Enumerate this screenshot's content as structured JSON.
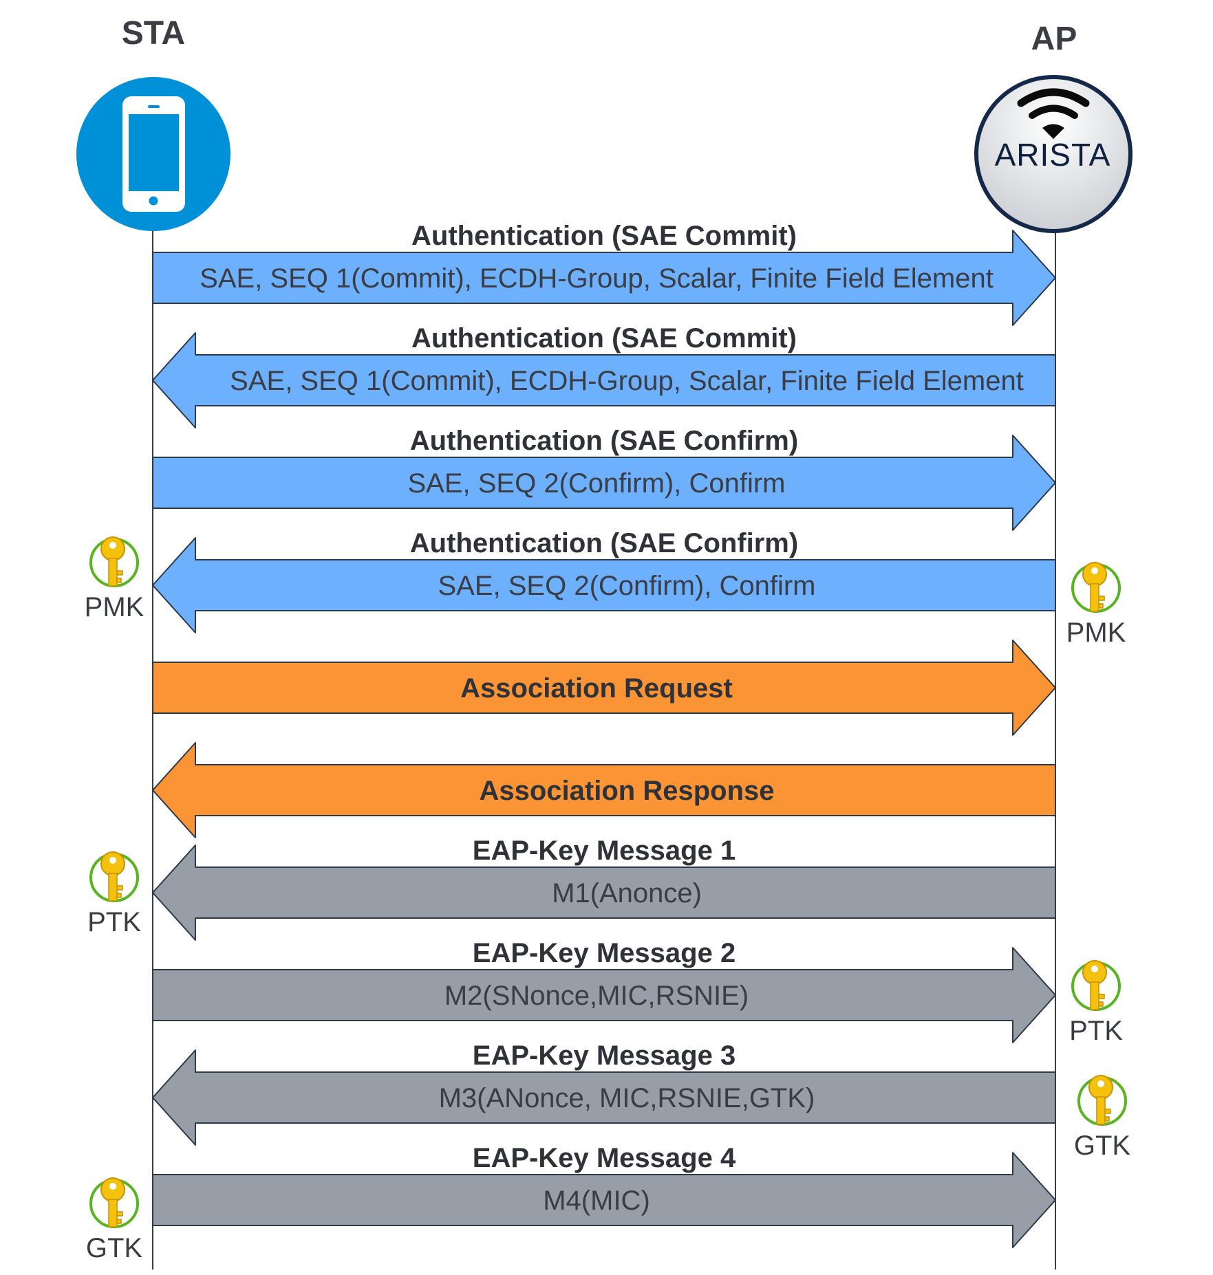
{
  "actors": {
    "left": {
      "label": "STA",
      "icon": "smartphone-icon",
      "color": "#0090d8"
    },
    "right": {
      "label": "AP",
      "icon": "wifi-access-point-icon",
      "brand": "ARISTA",
      "ring_color": "#14294a"
    }
  },
  "colors": {
    "auth": "#6db0fe",
    "association": "#fa9434",
    "eap": "#979ea8",
    "key_fill": "#f4c20d",
    "key_ring": "#58b420"
  },
  "messages": [
    {
      "direction": "right",
      "kind": "auth",
      "title": "Authentication (SAE Commit)",
      "body": "SAE, SEQ 1(Commit), ECDH-Group, Scalar, Finite Field Element"
    },
    {
      "direction": "left",
      "kind": "auth",
      "title": "Authentication (SAE Commit)",
      "body": "SAE, SEQ 1(Commit), ECDH-Group, Scalar, Finite Field Element"
    },
    {
      "direction": "right",
      "kind": "auth",
      "title": "Authentication (SAE Confirm)",
      "body": "SAE, SEQ 2(Confirm), Confirm"
    },
    {
      "direction": "left",
      "kind": "auth",
      "title": "Authentication (SAE Confirm)",
      "body": "SAE, SEQ 2(Confirm), Confirm"
    },
    {
      "direction": "right",
      "kind": "association",
      "title": "",
      "body": "Association Request"
    },
    {
      "direction": "left",
      "kind": "association",
      "title": "",
      "body": "Association Response"
    },
    {
      "direction": "left",
      "kind": "eap",
      "title": "EAP-Key Message 1",
      "body": "M1(Anonce)"
    },
    {
      "direction": "right",
      "kind": "eap",
      "title": "EAP-Key Message 2",
      "body": "M2(SNonce,MIC,RSNIE)"
    },
    {
      "direction": "left",
      "kind": "eap",
      "title": "EAP-Key Message 3",
      "body": "M3(ANonce, MIC,RSNIE,GTK)"
    },
    {
      "direction": "right",
      "kind": "eap",
      "title": "EAP-Key Message 4",
      "body": "M4(MIC)"
    }
  ],
  "keys": [
    {
      "side": "left",
      "label": "PMK",
      "icon": "key-icon"
    },
    {
      "side": "right",
      "label": "PMK",
      "icon": "key-icon"
    },
    {
      "side": "left",
      "label": "PTK",
      "icon": "key-icon"
    },
    {
      "side": "right",
      "label": "PTK",
      "icon": "key-icon"
    },
    {
      "side": "right",
      "label": "GTK",
      "icon": "key-icon"
    },
    {
      "side": "left",
      "label": "GTK",
      "icon": "key-icon"
    }
  ]
}
